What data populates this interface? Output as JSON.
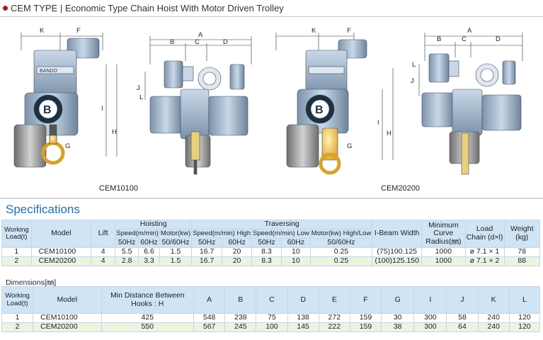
{
  "header": {
    "title": "CEM TYPE | Economic Type Chain Hoist With Motor Driven Trolley"
  },
  "drawings": {
    "captions": [
      "CEM10100",
      "CEM20200"
    ],
    "dimension_letters": {
      "k": "K",
      "f": "F",
      "a": "A",
      "b": "B",
      "c": "C",
      "d": "D",
      "i": "I",
      "h": "H",
      "j": "J",
      "l": "L",
      "g": "G"
    },
    "brand_text": "BANDO"
  },
  "specifications": {
    "title": "Specifications",
    "headers": {
      "working_load": "Working Load(t)",
      "model": "Model",
      "lift": "Lift",
      "hoisting": "Hoisting",
      "traversing": "Traversing",
      "ibeam": "I-Beam Width",
      "min_curve": "Minimum Curve Radius(㎜)",
      "load_chain": "Load Chain (d×l)",
      "weight": "Weight (kg)",
      "hoist_speed": "Speed(m/min)",
      "hoist_motor": "Motor(kw)",
      "trav_speed_high": "Speed(m/min) High",
      "trav_speed_low": "Speed(m/min) Low",
      "trav_motor": "Motor(kw) High/Low",
      "hz50": "50Hz",
      "hz60": "60Hz",
      "hz5060": "50/60Hz",
      "hz5060b": "50/60Hz"
    },
    "rows": [
      {
        "load": "1",
        "model": "CEM10100",
        "lift": "4",
        "hs50": "5.5",
        "hs60": "6.6",
        "hm": "1.5",
        "th50": "16.7",
        "th60": "20",
        "tl50": "8.3",
        "tl60": "10",
        "tm": "0.25",
        "ibeam": "(75)100.125",
        "curve": "1000",
        "chain": "ø 7.1 × 1",
        "weight": "78"
      },
      {
        "load": "2",
        "model": "CEM20200",
        "lift": "4",
        "hs50": "2.8",
        "hs60": "3.3",
        "hm": "1.5",
        "th50": "16.7",
        "th60": "20",
        "tl50": "8.3",
        "tl60": "10",
        "tm": "0.25",
        "ibeam": "(100)125.150",
        "curve": "1000",
        "chain": "ø 7.1 × 2",
        "weight": "88"
      }
    ]
  },
  "dimensions": {
    "title": "Dimensions[㎜]",
    "headers": {
      "working_load": "Working Load(t)",
      "model": "Model",
      "min_dist": "Min Distance Between Hooks : H",
      "a": "A",
      "b": "B",
      "c": "C",
      "d": "D",
      "e": "E",
      "f": "F",
      "g": "G",
      "i": "I",
      "j": "J",
      "k": "K",
      "l": "L"
    },
    "rows": [
      {
        "load": "1",
        "model": "CEM10100",
        "h": "425",
        "a": "548",
        "b": "238",
        "c": "75",
        "d": "138",
        "e": "272",
        "f": "159",
        "g": "30",
        "i": "300",
        "j": "58",
        "k": "240",
        "l": "120"
      },
      {
        "load": "2",
        "model": "CEM20200",
        "h": "550",
        "a": "567",
        "b": "245",
        "c": "100",
        "d": "145",
        "e": "222",
        "f": "159",
        "g": "38",
        "i": "300",
        "j": "64",
        "k": "240",
        "l": "120"
      }
    ]
  },
  "colors": {
    "accent_title": "#1d6fb5",
    "header_dot": "#b8161c",
    "table_header_bg": "#cfe4f5",
    "row_alt_bg": "#e9f5df",
    "hoist_blue": "#a9bfd6",
    "hoist_dark": "#5a6f86",
    "hook_yellow": "#f3c542"
  }
}
